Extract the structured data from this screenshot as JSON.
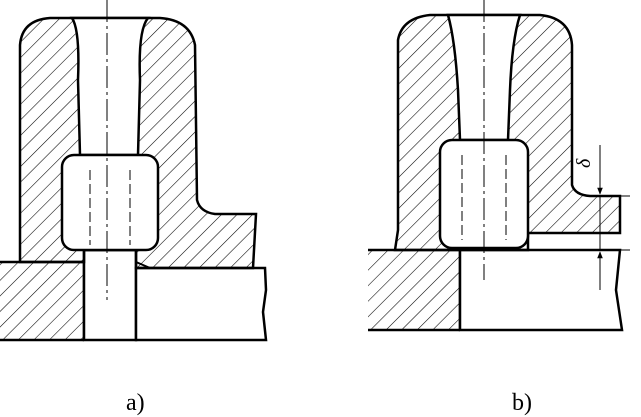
{
  "figures": [
    {
      "id": "a",
      "caption": "a)"
    },
    {
      "id": "b",
      "caption": "b)",
      "dimension_symbol": "δ"
    }
  ]
}
